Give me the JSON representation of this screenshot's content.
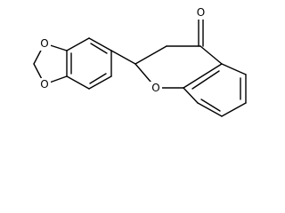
{
  "molecule": {
    "atoms": {
      "carbonyl_o": "O",
      "ring_o": "O",
      "dioxole_o_top": "O",
      "dioxole_o_bottom": "O"
    }
  }
}
